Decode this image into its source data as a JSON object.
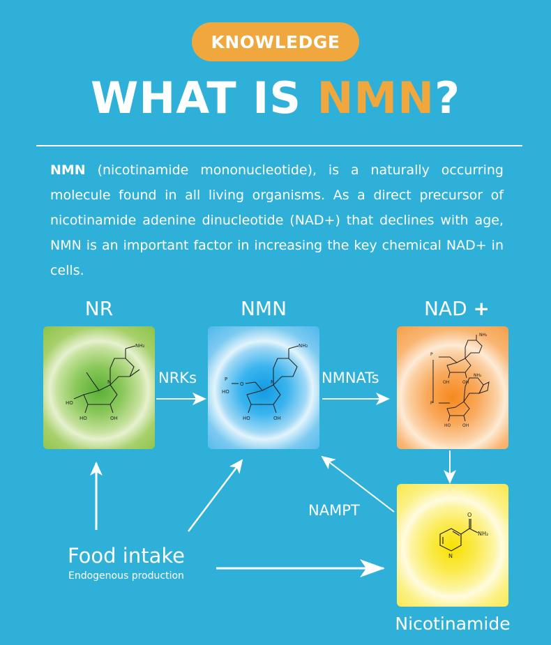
{
  "header": {
    "badge": "KNOWLEDGE",
    "title_prefix": "WHAT IS ",
    "title_highlight": "NMN",
    "title_suffix": "?"
  },
  "description": {
    "lead": "NMN",
    "text": " (nicotinamide mononucleotide), is a naturally occurring molecule found in all living organisms. As a direct precursor of nicotinamide adenine dinucleotide (NAD+) that declines with age, NMN is an important factor in increasing the key chemical NAD+ in cells."
  },
  "diagram": {
    "nodes": {
      "nr": {
        "label": "NR",
        "color": "#8bc34a"
      },
      "nmn": {
        "label": "NMN",
        "color": "#4fb8ec"
      },
      "nad": {
        "label": "NAD",
        "label_plus": "+",
        "color": "#f69f48"
      },
      "nicotinamide": {
        "label": "Nicotinamide",
        "color": "#f8e74c"
      }
    },
    "enzymes": {
      "nrks": "NRKs",
      "nmnats": "NMNATs",
      "nampt": "NAMPT"
    },
    "source": {
      "title": "Food intake",
      "subtitle": "Endogenous production"
    },
    "molecule_labels": {
      "nh2": "NH₂",
      "ho": "HO",
      "oh": "OH",
      "n": "N",
      "o": "O",
      "p": "P"
    }
  },
  "colors": {
    "background": "#2eb0d9",
    "accent": "#f0a73d",
    "text": "#ffffff"
  }
}
